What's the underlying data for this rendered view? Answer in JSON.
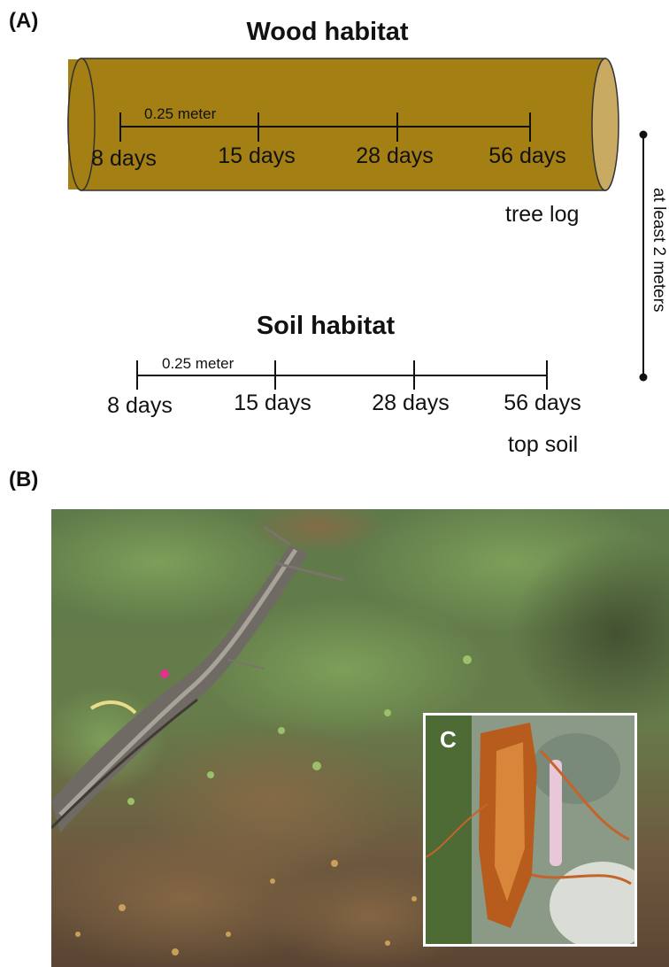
{
  "panel_a": {
    "label": "(A)",
    "wood": {
      "title": "Wood  habitat",
      "segment_label": "0.25 meter",
      "ticks": [
        "8 days",
        "15 days",
        "28 days",
        "56 days"
      ],
      "caption": "tree log",
      "log_color": "#A47F14",
      "log_end_color": "#C9AA62"
    },
    "soil": {
      "title": "Soil habitat",
      "segment_label": "0.25 meter",
      "ticks": [
        "8 days",
        "15 days",
        "28 days",
        "56 days"
      ],
      "caption": "top soil"
    },
    "distance_label": "at least 2 meters"
  },
  "panel_b": {
    "label": "(B)",
    "inset_label": "C",
    "photo_description_icons": [
      "forest-floor-photo",
      "bark-closeup-photo"
    ]
  }
}
